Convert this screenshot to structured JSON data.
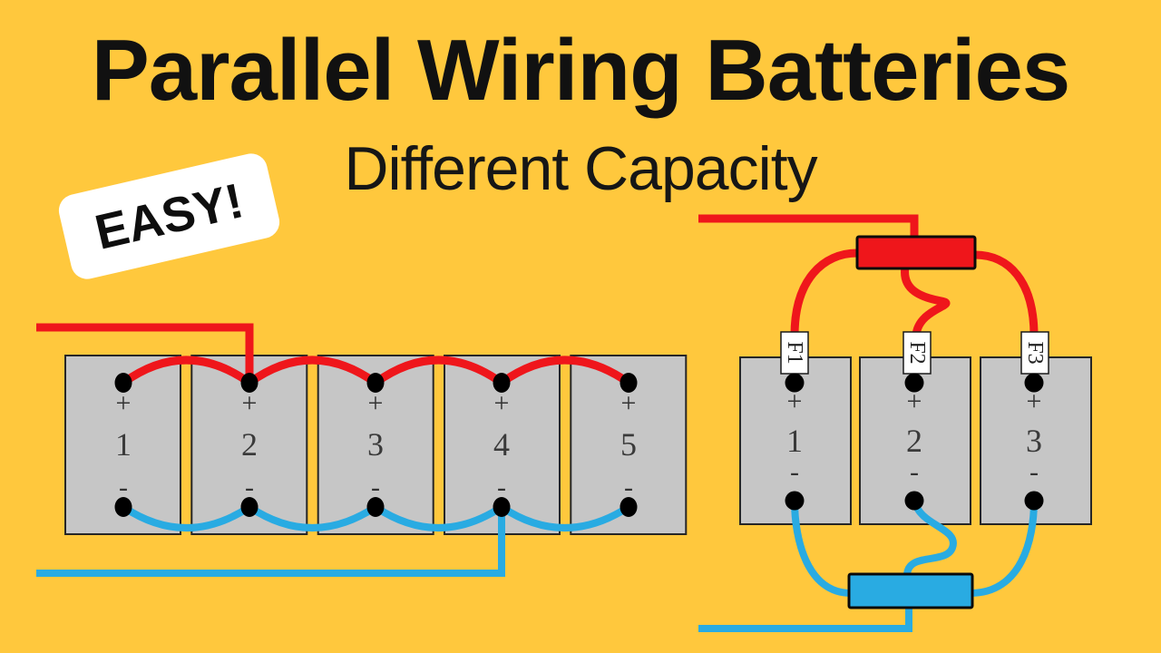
{
  "header": {
    "title": "Parallel Wiring Batteries",
    "subtitle": "Different Capacity",
    "badge": "EASY!"
  },
  "labels": {
    "positive": "+",
    "negative": "-"
  },
  "colors": {
    "background": "#FFC83D",
    "positive_wire": "#EF161B",
    "negative_wire": "#29ABE2",
    "battery_fill": "#C6C6C6",
    "battery_border": "#262626",
    "busbar_positive": "#EF161B",
    "busbar_negative": "#29ABE2",
    "fuse_tag_fill": "#FFFFFF",
    "terminal": "#000000",
    "badge_fill": "#FFFFFF",
    "text": "#111111"
  },
  "left_diagram": {
    "description": "five-batteries-parallel-bank",
    "batteries": [
      {
        "number": "1"
      },
      {
        "number": "2"
      },
      {
        "number": "3"
      },
      {
        "number": "4"
      },
      {
        "number": "5"
      }
    ]
  },
  "right_diagram": {
    "description": "three-batteries-parallel-bank-with-fuses-and-busbars",
    "fuses": [
      {
        "label": "F1"
      },
      {
        "label": "F2"
      },
      {
        "label": "F3"
      }
    ],
    "batteries": [
      {
        "number": "1"
      },
      {
        "number": "2"
      },
      {
        "number": "3"
      }
    ]
  }
}
